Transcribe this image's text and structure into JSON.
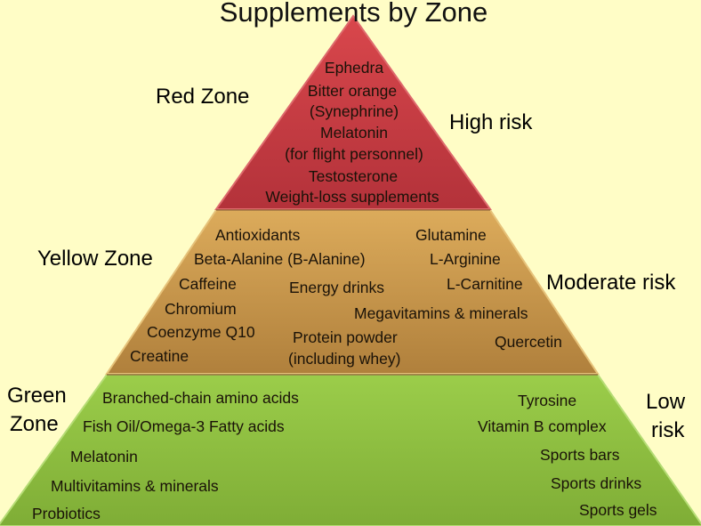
{
  "title": "Supplements by Zone",
  "colors": {
    "background": "#fffdc6",
    "red_zone": "#c1393f",
    "yellow_zone": "#c9964a",
    "green_zone": "#8cbd3f"
  },
  "zones": {
    "red": {
      "label": "Red Zone",
      "risk": "High risk",
      "items": [
        "Ephedra",
        "Bitter orange",
        "(Synephrine)",
        "Melatonin",
        "(for flight personnel)",
        "Testosterone",
        "Weight-loss supplements"
      ]
    },
    "yellow": {
      "label": "Yellow Zone",
      "risk": "Moderate risk",
      "items": [
        "Antioxidants",
        "Beta-Alanine (B-Alanine)",
        "Caffeine",
        "Chromium",
        "Coenzyme Q10",
        "Creatine",
        "Energy drinks",
        "Protein powder",
        "(including whey)",
        "Glutamine",
        "L-Arginine",
        "L-Carnitine",
        "Megavitamins & minerals",
        "Quercetin"
      ]
    },
    "green": {
      "label_line1": "Green",
      "label_line2": "Zone",
      "risk_line1": "Low",
      "risk_line2": "risk",
      "items": [
        "Branched-chain amino acids",
        "Fish Oil/Omega-3 Fatty acids",
        "Melatonin",
        "Multivitamins & minerals",
        "Probiotics",
        "Tyrosine",
        "Vitamin B complex",
        "Sports bars",
        "Sports drinks",
        "Sports gels"
      ]
    }
  }
}
